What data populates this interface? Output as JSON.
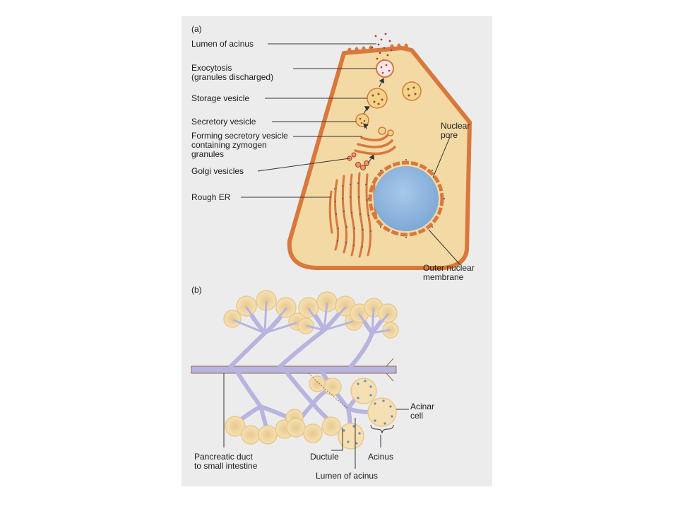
{
  "panel_a": {
    "letter": "(a)",
    "labels": {
      "lumen_of_acinus": "Lumen of acinus",
      "exocytosis": "Exocytosis\n(granules discharged)",
      "storage_vesicle": "Storage vesicle",
      "secretory_vesicle": "Secretory vesicle",
      "forming_secretory_vesicle": "Forming secretory vesicle\ncontaining zymogen\ngranules",
      "golgi_vesicles": "Golgi vesicles",
      "rough_er": "Rough ER",
      "nuclear_pore": "Nuclear\npore",
      "outer_nuclear_membrane": "Outer nuclear\nmembrane"
    }
  },
  "panel_b": {
    "letter": "(b)",
    "labels": {
      "pancreatic_duct": "Pancreatic duct\nto small intestine",
      "ductule": "Ductule",
      "lumen_of_acinus": "Lumen of acinus",
      "acinus": "Acinus",
      "acinar_cell": "Acinar\ncell"
    }
  },
  "colors": {
    "panel_bg": "#ececec",
    "cytoplasm": "#f3d9a4",
    "membrane": "#d9783c",
    "nucleus": "#8fb8e0",
    "vesicle": "#f0d488",
    "granule": "#b03a3a",
    "duct": "#b7b4e0",
    "lobule": "#f6dfb0"
  }
}
